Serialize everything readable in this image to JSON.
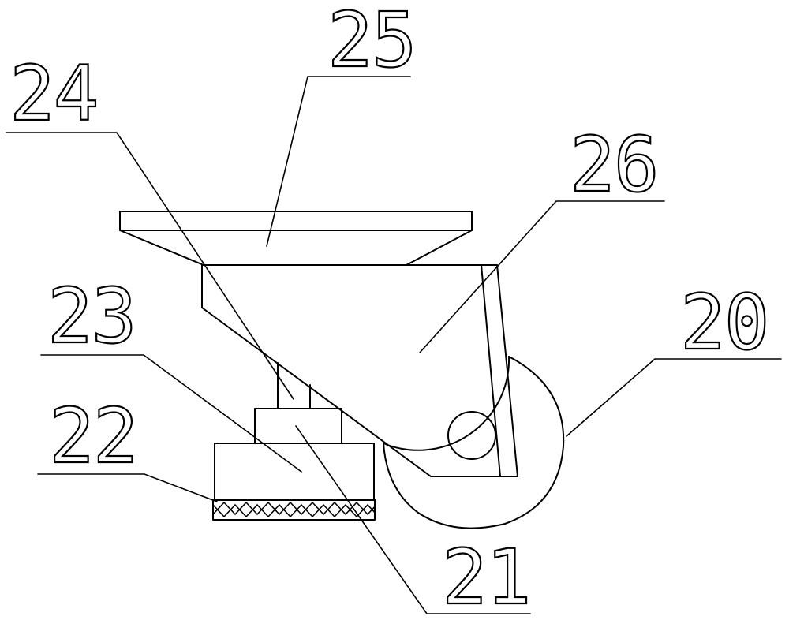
{
  "labels": {
    "ref_20": "20",
    "ref_21": "21",
    "ref_22": "22",
    "ref_23": "23",
    "ref_24": "24",
    "ref_25": "25",
    "ref_26": "26"
  },
  "colors": {
    "ink": "#000000",
    "background": "#ffffff"
  }
}
